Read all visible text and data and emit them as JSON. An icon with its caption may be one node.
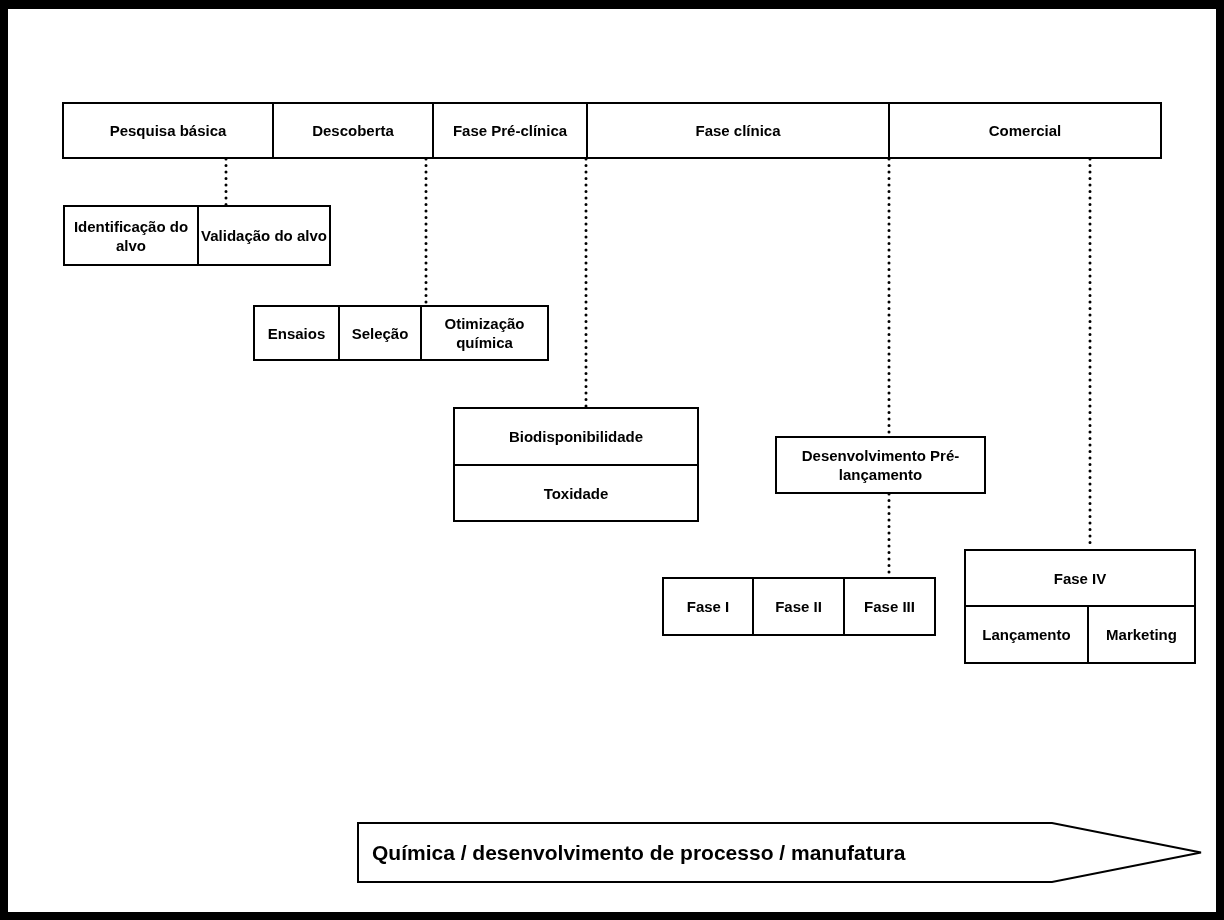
{
  "diagram": {
    "nodes": [
      {
        "text": [
          "Pesquisa básica"
        ]
      },
      {
        "text": [
          "Descoberta"
        ]
      },
      {
        "text": [
          "Fase Pré-clínica"
        ]
      },
      {
        "text": [
          "Fase clínica"
        ]
      },
      {
        "text": [
          "Comercial"
        ]
      },
      {
        "text": [
          "Identificação do alvo"
        ]
      },
      {
        "text": [
          "Validação do alvo"
        ]
      },
      {
        "text": [
          "Ensaios"
        ]
      },
      {
        "text": [
          "Seleção"
        ]
      },
      {
        "text": [
          "Otimização química"
        ]
      },
      {
        "text": [
          "Biodisponibilidade"
        ]
      },
      {
        "text": [
          "Toxidade"
        ]
      },
      {
        "text": [
          "Desenvolvimento Pré-lançamento"
        ]
      },
      {
        "text": [
          "Fase I"
        ]
      },
      {
        "text": [
          "Fase II"
        ]
      },
      {
        "text": [
          "Fase III"
        ]
      },
      {
        "text": [
          "Fase IV"
        ]
      },
      {
        "text": [
          "Lançamento"
        ]
      },
      {
        "text": [
          "Marketing"
        ]
      },
      {
        "text": [
          "Química / desenvolvimento de processo / manufatura"
        ]
      }
    ],
    "edges": [
      {
        "from": 0,
        "to": 6,
        "arrow": "none"
      },
      {
        "from": 1,
        "to": 9,
        "arrow": "none"
      },
      {
        "from": 2,
        "to": 10,
        "arrow": "none"
      },
      {
        "from": 3,
        "to": 12,
        "arrow": "none"
      },
      {
        "from": 12,
        "to": 15,
        "arrow": "none"
      },
      {
        "from": 4,
        "to": 16,
        "arrow": "none"
      }
    ]
  }
}
